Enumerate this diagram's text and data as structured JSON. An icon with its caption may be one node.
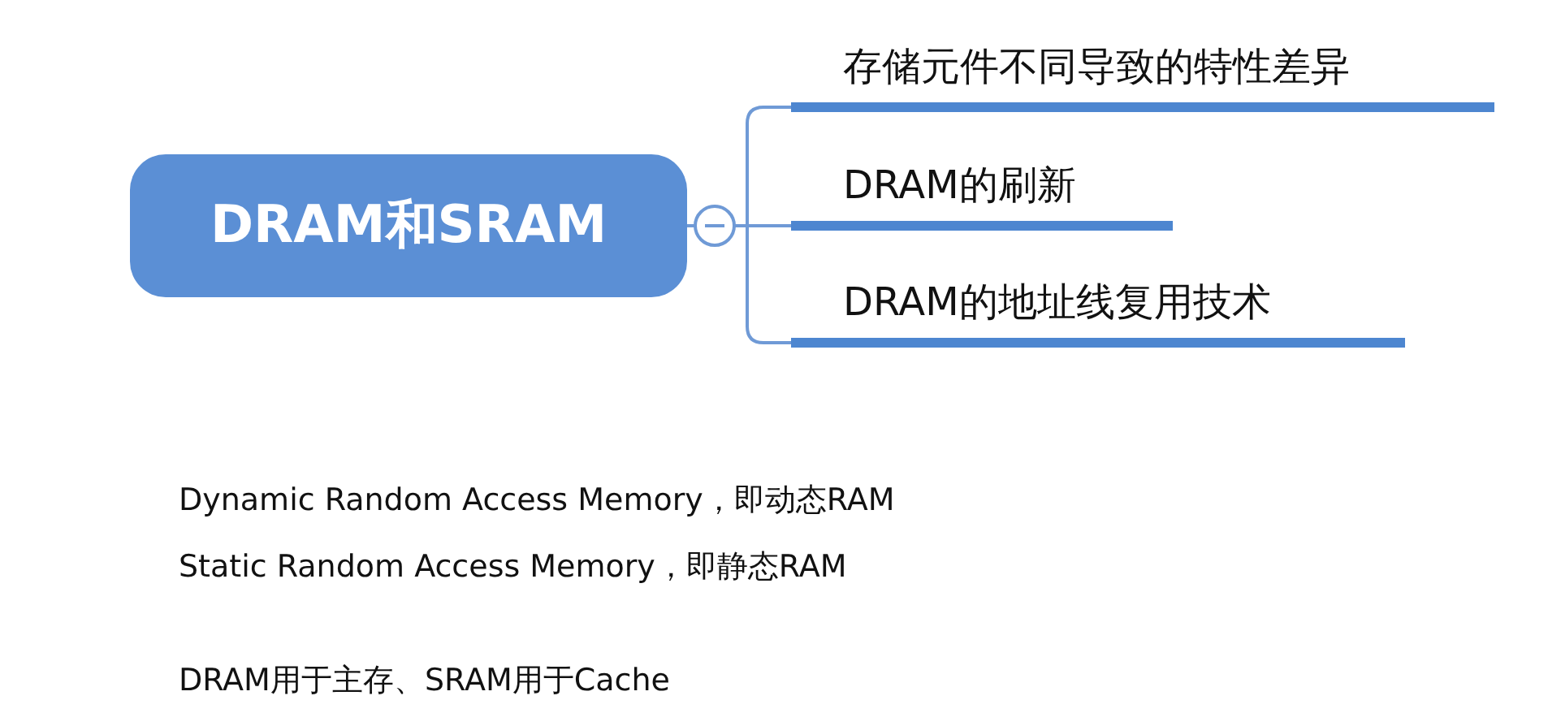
{
  "diagram": {
    "nodes": [
      {
        "text": [
          "DRAM和SRAM"
        ]
      },
      {
        "text": [
          "存储元件不同导致的特性差异"
        ]
      },
      {
        "text": [
          "DRAM的刷新"
        ]
      },
      {
        "text": [
          "DRAM的地址线复用技术"
        ]
      }
    ],
    "edges": [
      {
        "from": 0,
        "to": 1,
        "arrow": "none"
      },
      {
        "from": 0,
        "to": 2,
        "arrow": "none"
      },
      {
        "from": 0,
        "to": 3,
        "arrow": "none"
      }
    ],
    "labels": [
      "Dynamic Random Access Memory，即动态RAM",
      "Static Random Access Memory，即静态RAM",
      "DRAM用于主存、SRAM用于Cache"
    ]
  }
}
